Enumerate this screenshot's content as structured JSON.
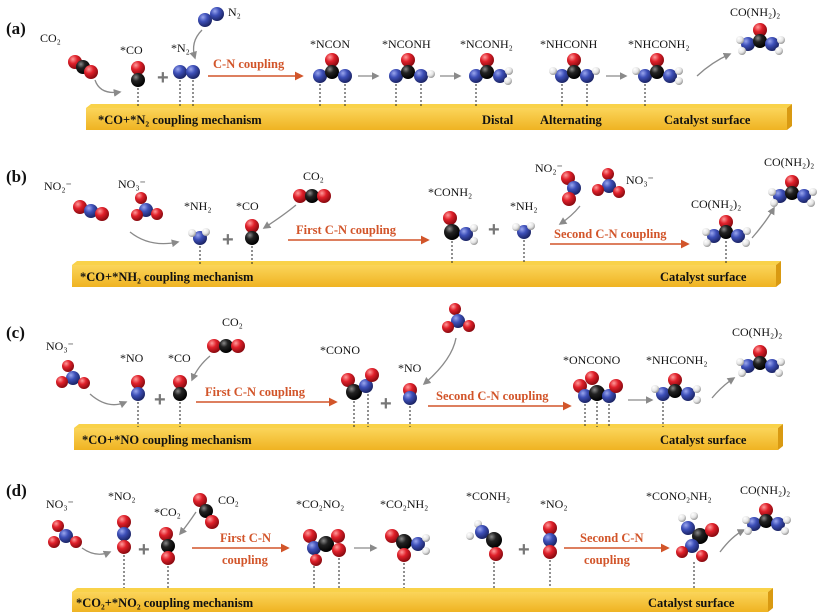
{
  "colors": {
    "bar_top": "#f7c531",
    "bar_side": "#d99a12",
    "red_atom": "#e0202a",
    "blue_atom": "#3d4fb8",
    "black_atom": "#151515",
    "white_atom": "#e6e6e6",
    "reaction_arrow": "#d2552a",
    "grey_arrow": "#8a8a8a"
  },
  "panels": [
    {
      "label": "(a)",
      "bar_left": "*CO+*N₂ coupling mechanism",
      "bar_mid1": "Distal",
      "bar_mid2": "Alternating",
      "bar_right": "Catalyst surface",
      "species": [
        "CO₂",
        "*CO",
        "*N₂",
        "N₂",
        "*NCON",
        "*NCONH",
        "*NCONH₂",
        "*NHCONH",
        "*NHCONH₂",
        "CO(NH₂)₂"
      ],
      "arrow_label": "C-N coupling"
    },
    {
      "label": "(b)",
      "bar_left": "*CO+*NH₂ coupling mechanism",
      "bar_right": "Catalyst surface",
      "species": [
        "NO₂⁻",
        "NO₃⁻",
        "*NH₂",
        "*CO",
        "CO₂",
        "*CONH₂",
        "*NH₂",
        "NO₂⁻",
        "NO₃⁻",
        "CO(NH₂)₂",
        "CO(NH₂)₂"
      ],
      "arrow_labels": [
        "First C-N coupling",
        "Second C-N coupling"
      ]
    },
    {
      "label": "(c)",
      "bar_left": "*CO+*NO coupling mechanism",
      "bar_right": "Catalyst surface",
      "species": [
        "NO₃⁻",
        "*NO",
        "*CO",
        "CO₂",
        "*CONO",
        "*NO",
        "*ONCONO",
        "*NHCONH₂",
        "CO(NH₂)₂"
      ],
      "arrow_labels": [
        "First C-N coupling",
        "Second C-N coupling"
      ]
    },
    {
      "label": "(d)",
      "bar_left": "*CO₂+*NO₂ coupling mechanism",
      "bar_right": "Catalyst surface",
      "species": [
        "NO₃⁻",
        "*NO₂",
        "*CO₂",
        "CO₂",
        "*CO₂NO₂",
        "*CO₂NH₂",
        "*CONH₂",
        "*NO₂",
        "*CONO₂NH₂",
        "CO(NH₂)₂"
      ],
      "arrow_labels": [
        "First C-N",
        "coupling",
        "Second C-N",
        "coupling"
      ]
    }
  ]
}
